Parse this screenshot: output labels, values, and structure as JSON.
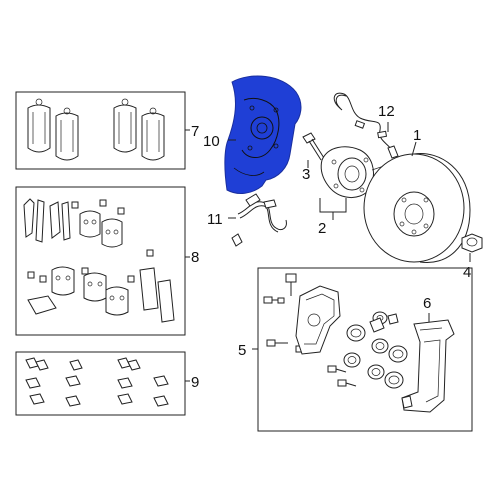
{
  "callouts": {
    "c1": "1",
    "c2": "2",
    "c3": "3",
    "c4": "4",
    "c5": "5",
    "c6": "6",
    "c7": "7",
    "c8": "8",
    "c9": "9",
    "c10": "10",
    "c11": "11",
    "c12": "12"
  },
  "colors": {
    "highlight": "#1f3fd6",
    "line": "#222222"
  },
  "highlighted_part": "10"
}
